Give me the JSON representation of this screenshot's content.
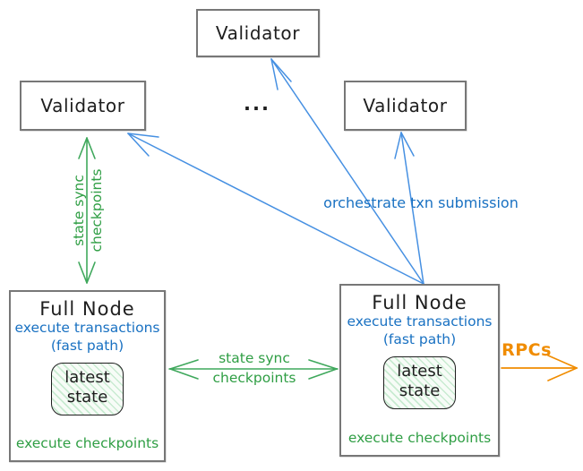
{
  "diagram": {
    "validators": [
      {
        "id": "top",
        "label": "Validator"
      },
      {
        "id": "left",
        "label": "Validator"
      },
      {
        "id": "right",
        "label": "Validator"
      }
    ],
    "ellipsis": "...",
    "full_nodes": [
      {
        "id": "left",
        "title": "Full Node",
        "execute_transactions": "execute transactions",
        "fast_path": "(fast path)",
        "latest_state": [
          "latest",
          "state"
        ],
        "execute_checkpoints": "execute checkpoints"
      },
      {
        "id": "right",
        "title": "Full Node",
        "execute_transactions": "execute transactions",
        "fast_path": "(fast path)",
        "latest_state": [
          "latest",
          "state"
        ],
        "execute_checkpoints": "execute checkpoints"
      }
    ],
    "edges": {
      "validator_fullnode_sync": {
        "label_line1": "state sync",
        "label_line2": "checkpoints",
        "direction": "bidirectional"
      },
      "fullnode_fullnode_sync": {
        "label_line1": "state sync",
        "label_line2": "checkpoints",
        "direction": "bidirectional"
      },
      "orchestrate": {
        "label": "orchestrate txn submission"
      },
      "rpcs": {
        "label": "RPCs"
      }
    },
    "colors": {
      "text": "#1e1e1e",
      "blue_text": "#1971c2",
      "blue_line": "#4690e2",
      "green_text": "#2f9e44",
      "green_line": "#3fa85c",
      "orange": "#f08c00",
      "box_border": "#777777",
      "state_box_fill": "#f7fcf7"
    }
  }
}
